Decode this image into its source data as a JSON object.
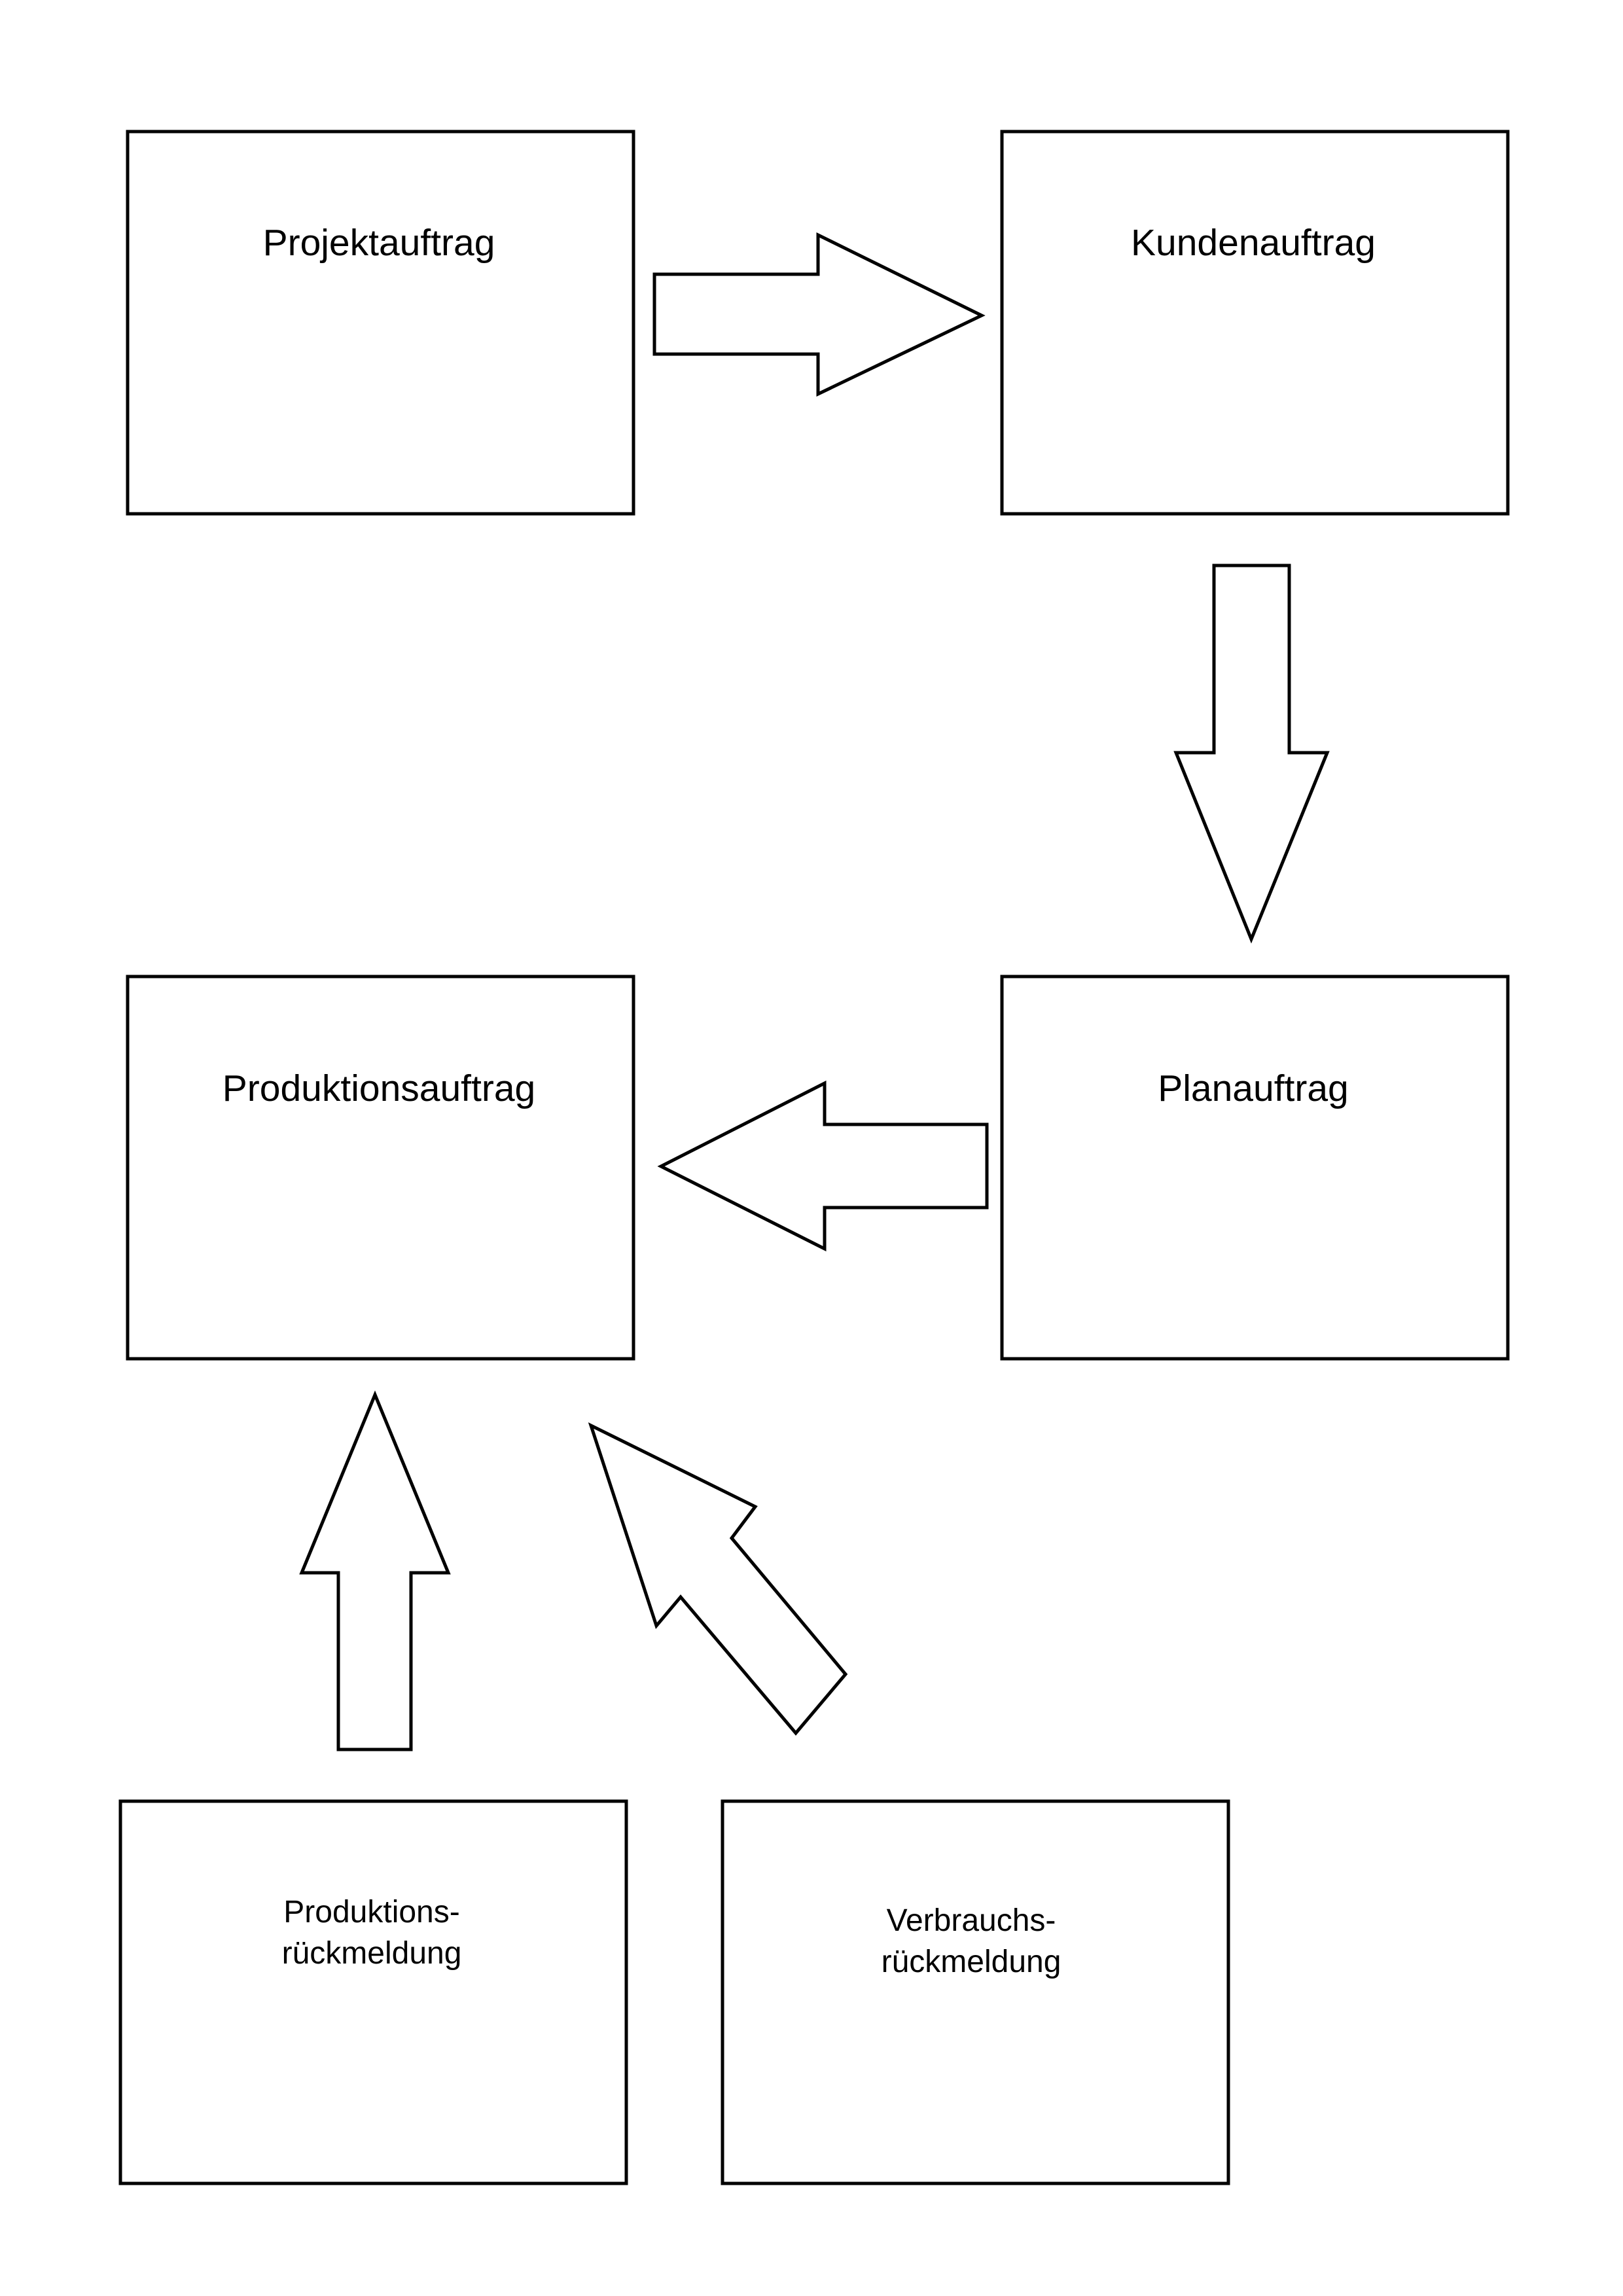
{
  "nodes": {
    "projektauftrag": {
      "label": "Projektauftrag"
    },
    "kundenauftrag": {
      "label": "Kundenauftrag"
    },
    "planauftrag": {
      "label": "Planauftrag"
    },
    "produktionsauftrag": {
      "label": "Produktionsauftrag"
    },
    "produktionsrueckmeldung": {
      "line1": "Produktions-",
      "line2": "rückmeldung"
    },
    "verbrauchsrueckmeldung": {
      "line1": "Verbrauchs-",
      "line2": "rückmeldung"
    }
  },
  "edges": [
    {
      "from": "projektauftrag",
      "to": "kundenauftrag"
    },
    {
      "from": "kundenauftrag",
      "to": "planauftrag"
    },
    {
      "from": "planauftrag",
      "to": "produktionsauftrag"
    },
    {
      "from": "produktionsrueckmeldung",
      "to": "produktionsauftrag"
    },
    {
      "from": "verbrauchsrueckmeldung",
      "to": "produktionsauftrag"
    }
  ]
}
